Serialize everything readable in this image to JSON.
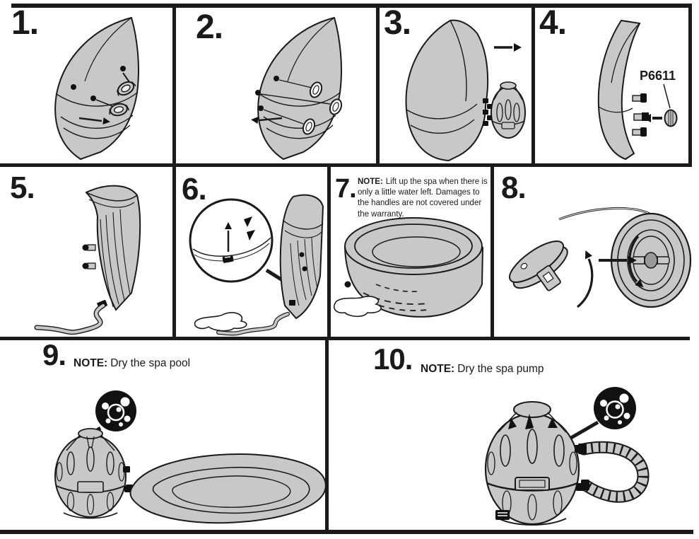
{
  "colors": {
    "line": "#1a1a1a",
    "gray_fill": "#c8c8c8",
    "background": "#ffffff"
  },
  "steps": {
    "s1": {
      "number": "1."
    },
    "s2": {
      "number": "2."
    },
    "s3": {
      "number": "3."
    },
    "s4": {
      "number": "4.",
      "part_label": "P6611"
    },
    "s5": {
      "number": "5."
    },
    "s6": {
      "number": "6."
    },
    "s7": {
      "number": "7.",
      "note_label": "NOTE:",
      "note_text": "Lift up the spa when there is only a little water left. Damages to the handles are not covered under the warranty."
    },
    "s8": {
      "number": "8."
    },
    "s9": {
      "number": "9.",
      "note_label": "NOTE:",
      "note_text": "Dry the spa pool"
    },
    "s10": {
      "number": "10.",
      "note_label": "NOTE:",
      "note_text": "Dry the spa pump"
    }
  }
}
